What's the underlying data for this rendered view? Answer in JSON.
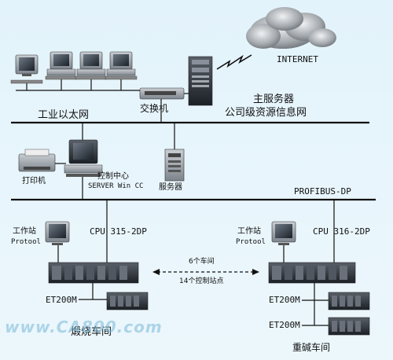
{
  "labels": {
    "internet": "INTERNET",
    "industrial_ethernet": "工业以太网",
    "switch": "交换机",
    "main_server": "主服务器",
    "company_network": "公司级资源信息网",
    "printer": "打印机",
    "control_center": "控制中心",
    "server_wincc": "SERVER Win CC",
    "server": "服务器",
    "profibus": "PROFIBUS-DP",
    "ws_left_title": "工作站",
    "ws_left_sub": "Protool",
    "cpu_left": "CPU 315-2DP",
    "ws_right_title": "工作站",
    "ws_right_sub": "Protool",
    "cpu_right": "CPU 316-2DP",
    "workshops_count": "6个车间",
    "stations_count": "14个控制站点",
    "et200m_left": "ET200M",
    "et200m_right_1": "ET200M",
    "et200m_right_2": "ET200M",
    "workshop_left": "煅烧车间",
    "workshop_right": "重碱车间",
    "watermark": "www.CA800.com"
  }
}
